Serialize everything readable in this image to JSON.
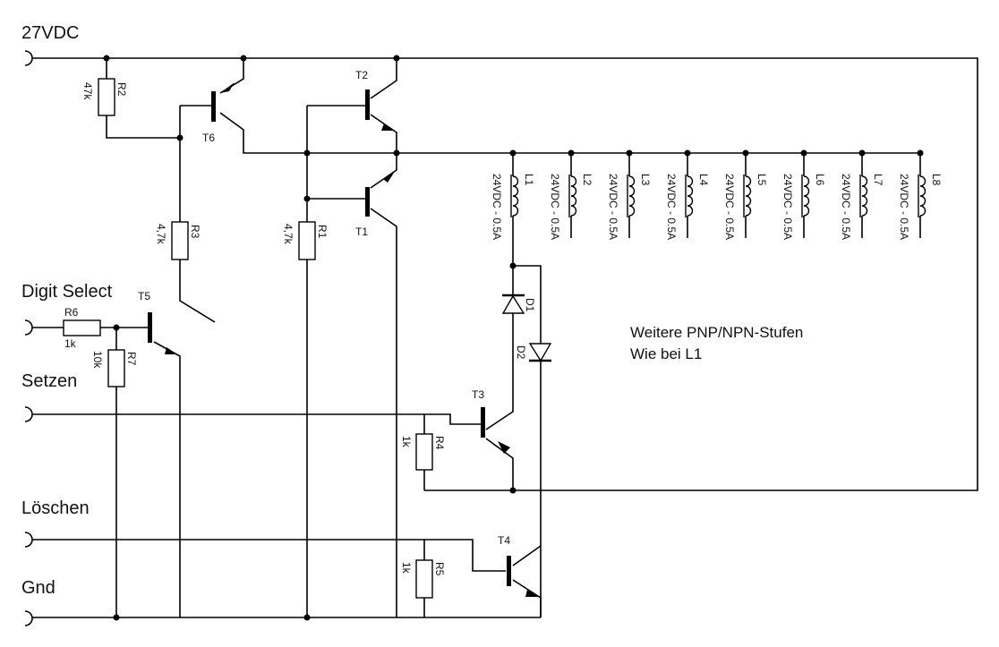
{
  "diagram": {
    "type": "circuit-schematic",
    "terminals": {
      "supply": "27VDC",
      "digit_select": "Digit Select",
      "set": "Setzen",
      "clear": "Löschen",
      "ground": "Gnd"
    },
    "transistors": [
      {
        "ref": "T1",
        "type": "PNP"
      },
      {
        "ref": "T2",
        "type": "NPN"
      },
      {
        "ref": "T3",
        "type": "NPN"
      },
      {
        "ref": "T4",
        "type": "NPN"
      },
      {
        "ref": "T5",
        "type": "NPN"
      },
      {
        "ref": "T6",
        "type": "PNP"
      }
    ],
    "resistors": [
      {
        "ref": "R1",
        "value": "4,7k"
      },
      {
        "ref": "R2",
        "value": "47k"
      },
      {
        "ref": "R3",
        "value": "4,7k"
      },
      {
        "ref": "R4",
        "value": "1k"
      },
      {
        "ref": "R5",
        "value": "1k"
      },
      {
        "ref": "R6",
        "value": "1k"
      },
      {
        "ref": "R7",
        "value": "10k"
      }
    ],
    "diodes": [
      {
        "ref": "D1"
      },
      {
        "ref": "D2"
      }
    ],
    "coils": [
      {
        "ref": "L1",
        "rating": "24VDC - 0.5A"
      },
      {
        "ref": "L2",
        "rating": "24VDC - 0.5A"
      },
      {
        "ref": "L3",
        "rating": "24VDC - 0.5A"
      },
      {
        "ref": "L4",
        "rating": "24VDC - 0.5A"
      },
      {
        "ref": "L5",
        "rating": "24VDC - 0.5A"
      },
      {
        "ref": "L6",
        "rating": "24VDC - 0.5A"
      },
      {
        "ref": "L7",
        "rating": "24VDC - 0.5A"
      },
      {
        "ref": "L8",
        "rating": "24VDC - 0.5A"
      }
    ],
    "note": {
      "line1": "Weitere PNP/NPN-Stufen",
      "line2": "Wie bei L1"
    }
  }
}
